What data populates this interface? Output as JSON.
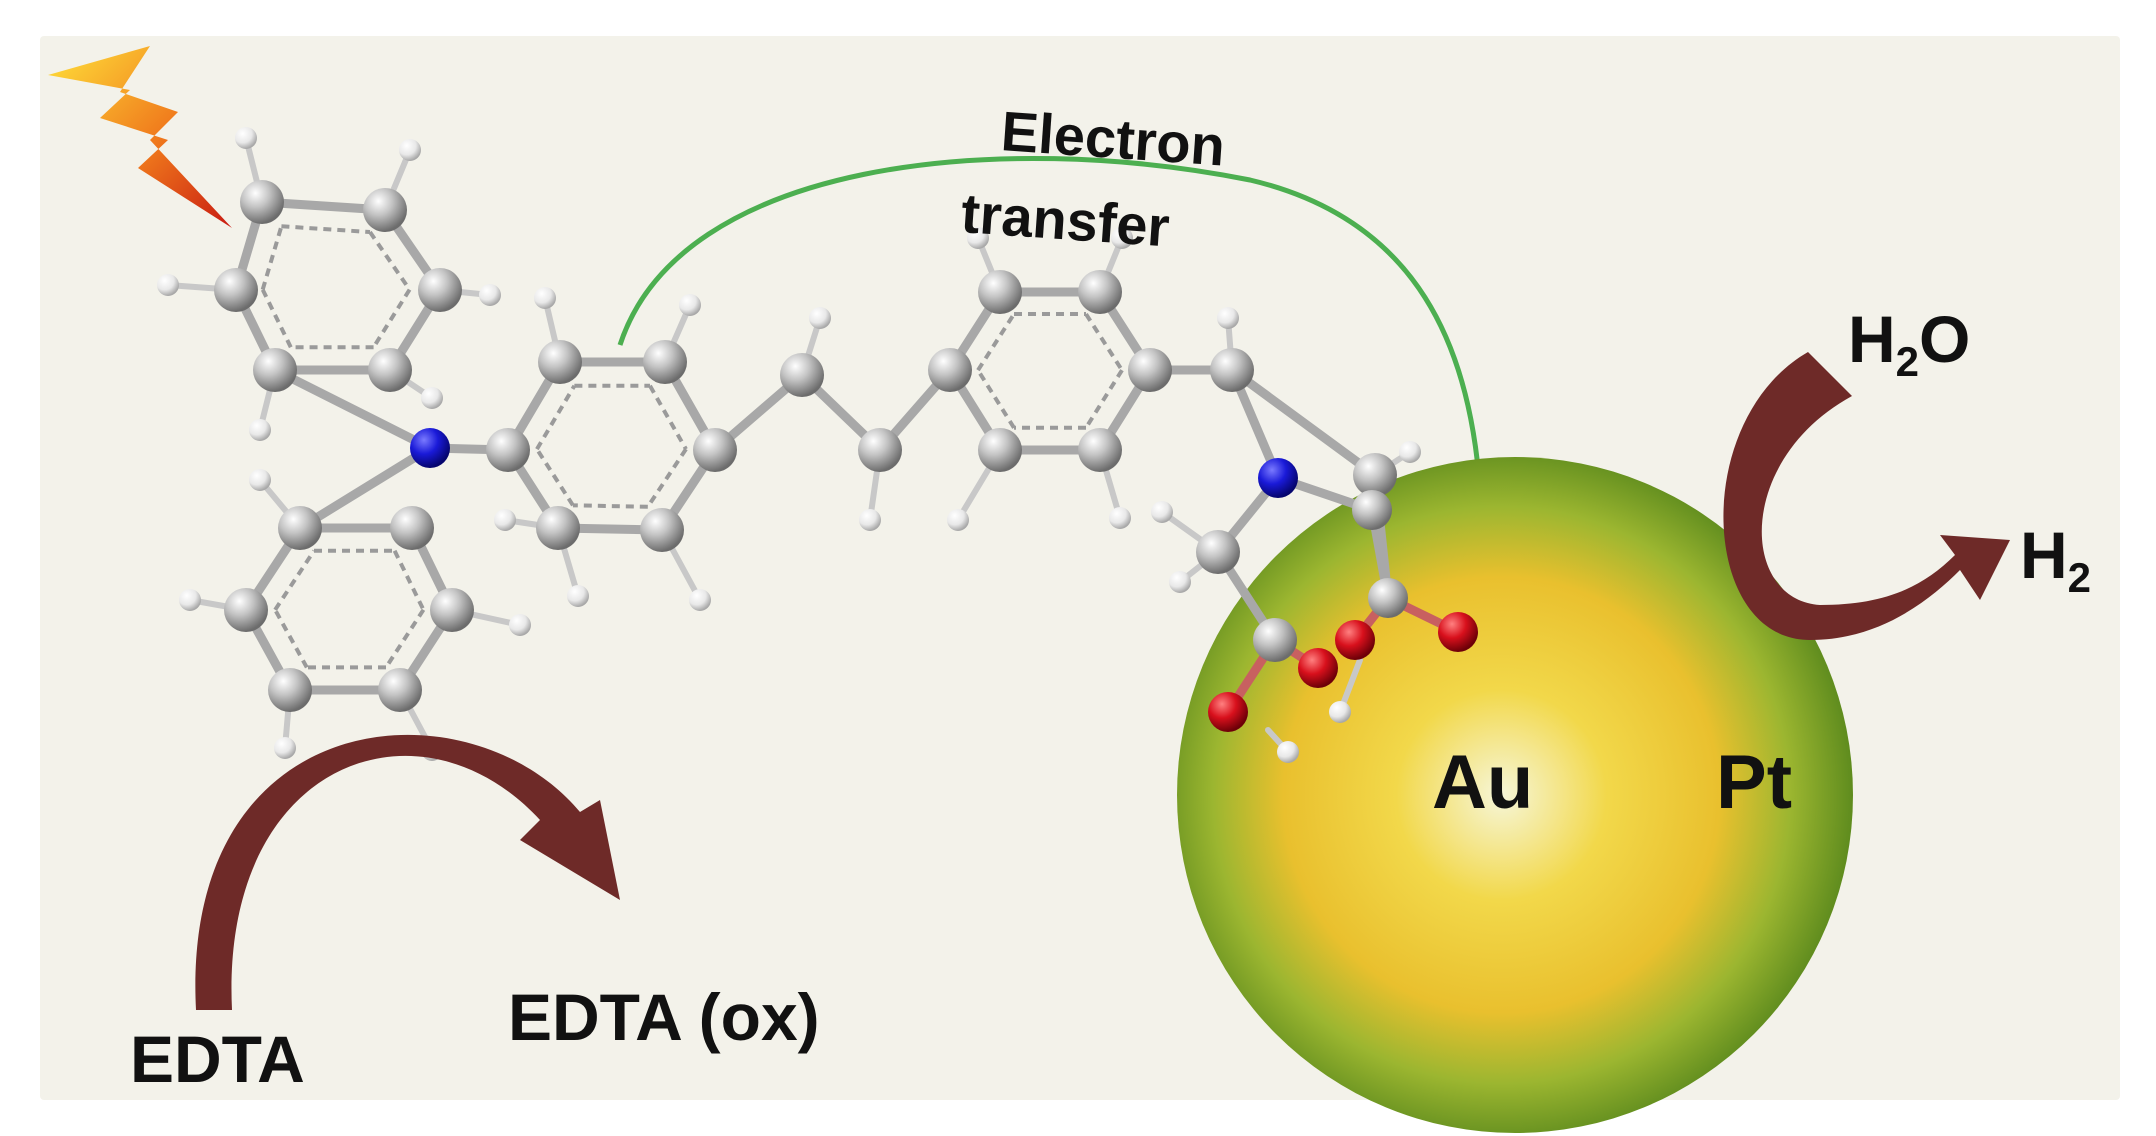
{
  "labels": {
    "electron_transfer_line1": "Electron",
    "electron_transfer_line2": "transfer",
    "edta": "EDTA",
    "edta_ox": "EDTA (ox)",
    "au": "Au",
    "pt": "Pt",
    "h2o_h": "H",
    "h2o_sub": "2",
    "h2o_o": "O",
    "h2_h": "H",
    "h2_sub": "2"
  },
  "colors": {
    "background": "#f3f2ea",
    "arrow": "#6e2a28",
    "electron_path": "#4caf50",
    "carbon_atom": "#b5b5b5",
    "nitrogen_atom": "#1414d8",
    "oxygen_atom": "#d8101c",
    "hydrogen_atom": "#e6e6e6",
    "sphere_core": "#f2d23a",
    "sphere_shell": "#6e9a1e",
    "triangle": "#d84a1a"
  }
}
